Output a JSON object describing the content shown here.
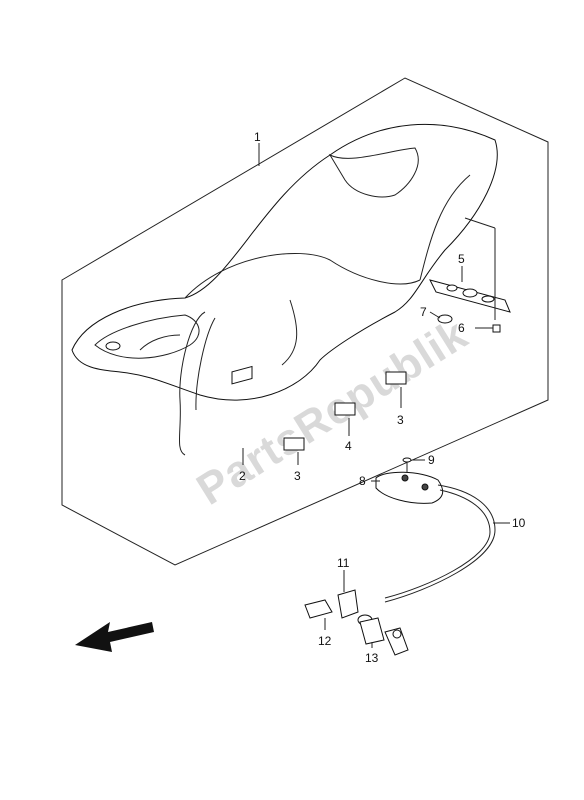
{
  "watermark": "PartsRepublik",
  "callouts": {
    "c1": "1",
    "c2": "2",
    "c3a": "3",
    "c3b": "3",
    "c4": "4",
    "c5": "5",
    "c6": "6",
    "c7": "7",
    "c8": "8",
    "c9": "9",
    "c10": "10",
    "c11": "11",
    "c12": "12",
    "c13": "13"
  }
}
